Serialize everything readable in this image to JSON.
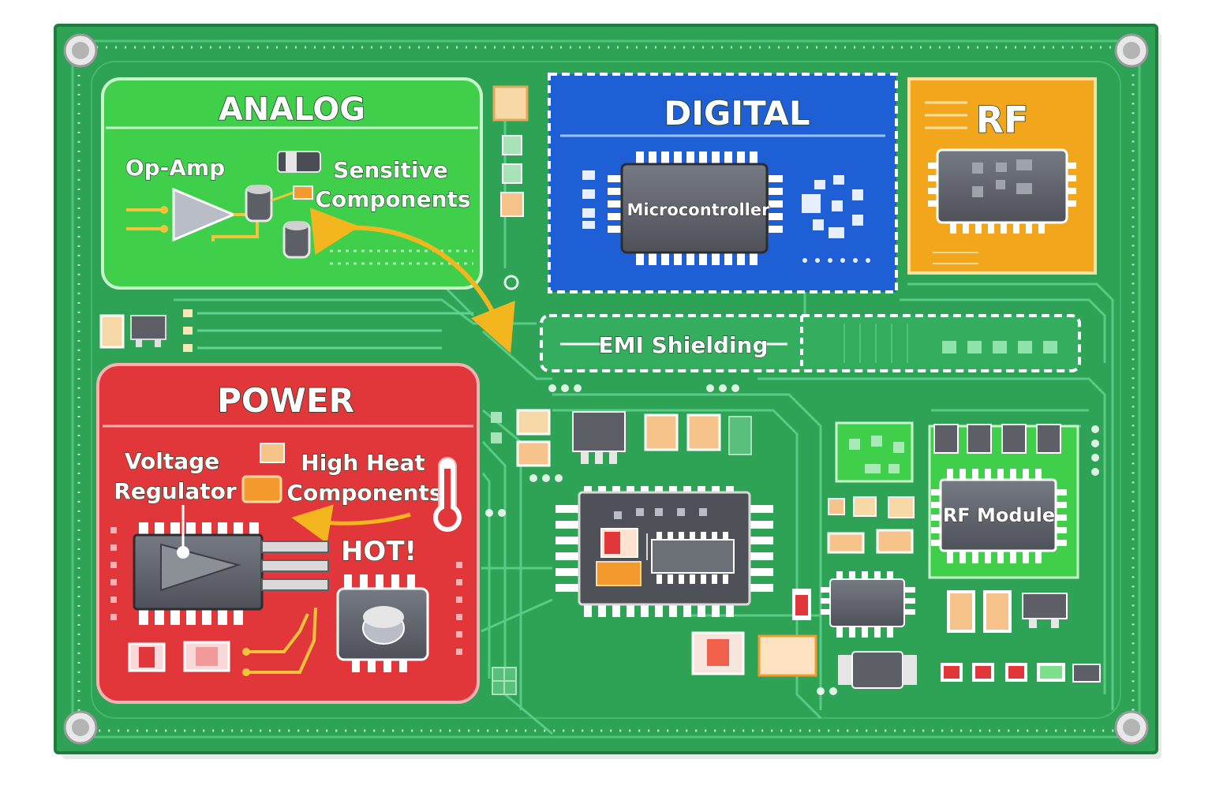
{
  "zones": {
    "analog": {
      "title": "ANALOG",
      "label_opamp": "Op-Amp",
      "label_sensitive_1": "Sensitive",
      "label_sensitive_2": "Components",
      "color": "#3fcf4a"
    },
    "digital": {
      "title": "DIGITAL",
      "chip_label": "Microcontroller",
      "color": "#1f5fd6"
    },
    "rf": {
      "title": "RF",
      "color": "#f2a61c"
    },
    "power": {
      "title": "POWER",
      "label_vreg_1": "Voltage",
      "label_vreg_2": "Regulator",
      "label_heat_1": "High Heat",
      "label_heat_2": "Components",
      "label_hot": "HOT!",
      "color": "#e2373a"
    }
  },
  "emi": {
    "label": "EMI Shielding"
  },
  "rf_module": {
    "label": "RF Module"
  },
  "colors": {
    "board": "#2ea356",
    "board_dark": "#1f7d3f",
    "trace": "#5fd08a",
    "chip": "#5c5f66",
    "arrow": "#f3b61f",
    "pad": "#f6c48a"
  }
}
